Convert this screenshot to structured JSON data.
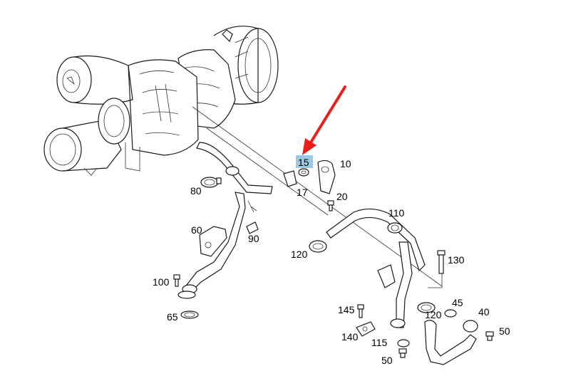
{
  "colors": {
    "highlight": "#9ecae1",
    "arrow": "#e8201a",
    "ink": "#1a1a1a"
  },
  "callouts": {
    "p15": "15",
    "p10": "10",
    "p17": "17",
    "p20": "20",
    "p80": "80",
    "p60": "60",
    "p90": "90",
    "p110": "110",
    "p120a": "120",
    "p130": "130",
    "p100": "100",
    "p65": "65",
    "p145": "145",
    "p45": "45",
    "p120b": "120",
    "p40": "40",
    "p140": "140",
    "p115": "115",
    "p50a": "50",
    "p50b": "50"
  },
  "highlighted_part": "15"
}
